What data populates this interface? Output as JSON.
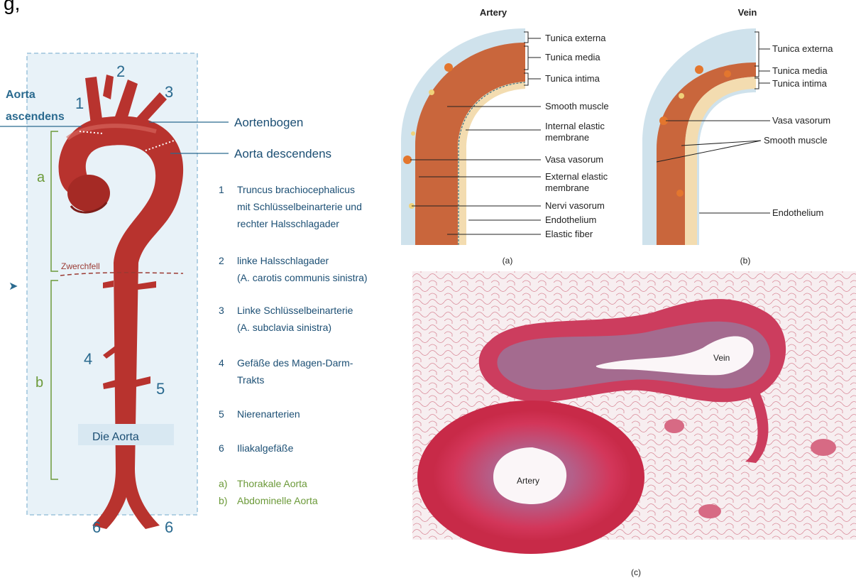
{
  "aorta": {
    "ascendens_line1": "Aorta",
    "ascendens_line2": "ascendens",
    "aortenbogen": "Aortenbogen",
    "descendens": "Aorta descendens",
    "zwerchfell": "Zwerchfell",
    "die_aorta": "Die Aorta",
    "section_a": "a",
    "section_b": "b",
    "numbers": [
      "1",
      "2",
      "3",
      "4",
      "5",
      "6",
      "6"
    ],
    "legend": [
      {
        "num": "1",
        "lines": [
          "Truncus brachiocephalicus",
          "mit Schlüsselbeinarterie und",
          "rechter Halsschlagader"
        ]
      },
      {
        "num": "2",
        "lines": [
          "linke Halsschlagader",
          "(A. carotis communis sinistra)"
        ]
      },
      {
        "num": "3",
        "lines": [
          "Linke Schlüsselbeinarterie",
          "(A. subclavia sinistra)"
        ]
      },
      {
        "num": "4",
        "lines": [
          "Gefäße des Magen-Darm-",
          "Trakts"
        ]
      },
      {
        "num": "5",
        "lines": [
          "Nierenarterien"
        ]
      },
      {
        "num": "6",
        "lines": [
          "Iliakalgefäße"
        ]
      }
    ],
    "sections": [
      {
        "key": "a)",
        "label": "Thorakale Aorta"
      },
      {
        "key": "b)",
        "label": "Abdominelle Aorta"
      }
    ],
    "colors": {
      "vessel": "#b8332e",
      "blue_text": "#2a6a8f",
      "green_text": "#6c9a3a",
      "box_bg": "#e8f2f8",
      "box_border": "#9cc3dc"
    }
  },
  "artery_panel": {
    "title": "Artery",
    "labels": [
      "Tunica externa",
      "Tunica media",
      "Tunica intima",
      "Smooth muscle",
      "Internal elastic",
      "membrane",
      "Vasa vasorum",
      "External elastic",
      "membrane",
      "Nervi vasorum",
      "Endothelium",
      "Elastic fiber"
    ],
    "caption": "(a)"
  },
  "vein_panel": {
    "title": "Vein",
    "labels": [
      "Tunica externa",
      "Tunica media",
      "Tunica intima",
      "Vasa vasorum",
      "Smooth muscle",
      "Endothelium"
    ],
    "caption": "(b)"
  },
  "histology": {
    "vein_label": "Vein",
    "artery_label": "Artery",
    "caption": "(c)"
  },
  "top_partial_text": "g,"
}
